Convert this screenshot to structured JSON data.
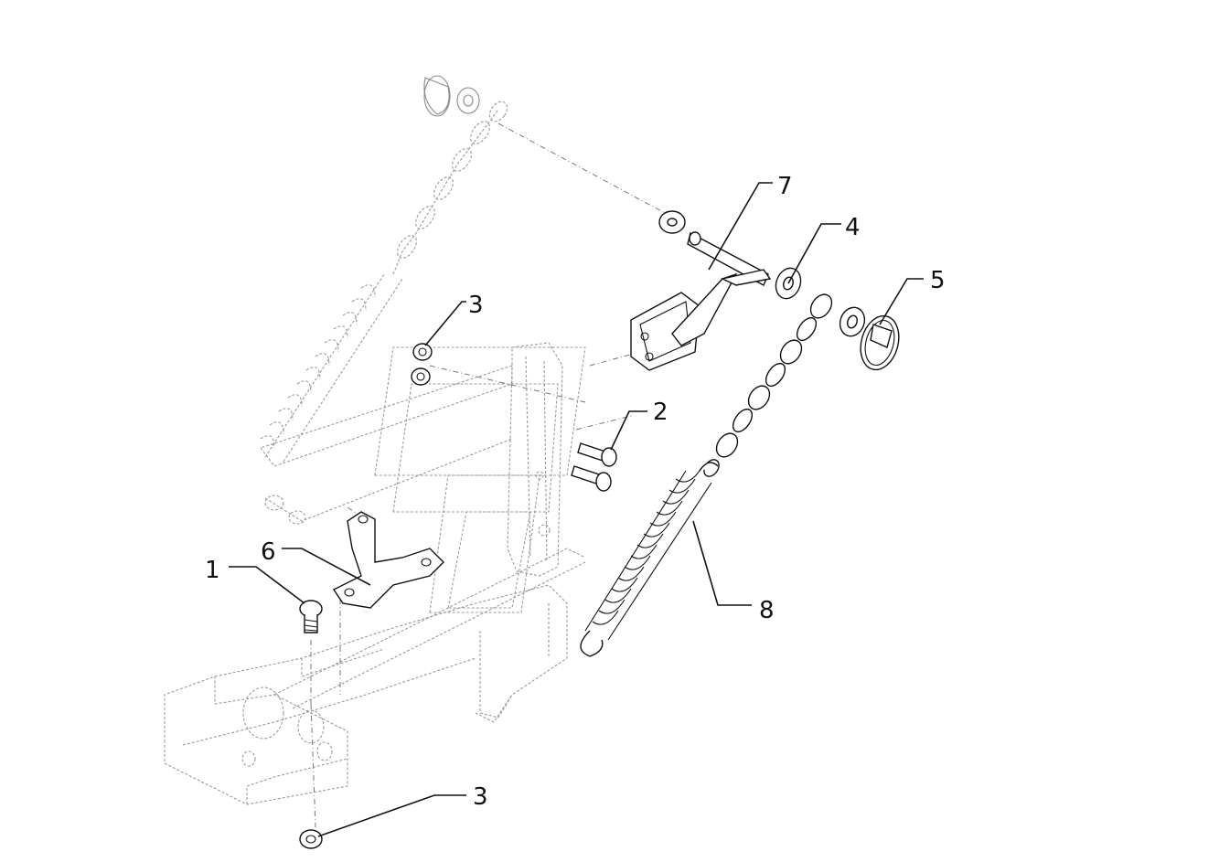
{
  "callouts": [
    {
      "id": "c1",
      "label": "1"
    },
    {
      "id": "c2",
      "label": "2"
    },
    {
      "id": "c3a",
      "label": "3"
    },
    {
      "id": "c3b",
      "label": "3"
    },
    {
      "id": "c4",
      "label": "4"
    },
    {
      "id": "c5",
      "label": "5"
    },
    {
      "id": "c6",
      "label": "6"
    },
    {
      "id": "c7",
      "label": "7"
    },
    {
      "id": "c8",
      "label": "8"
    }
  ]
}
